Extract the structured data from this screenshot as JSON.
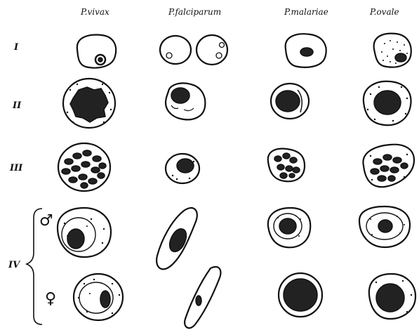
{
  "columns": [
    "P.vivax",
    "P.falciparum",
    "P.malariae",
    "P.ovale"
  ],
  "rows": [
    "I",
    "II",
    "III",
    "IV"
  ],
  "sex_symbols": {
    "male": "♂",
    "female": "♀"
  }
}
